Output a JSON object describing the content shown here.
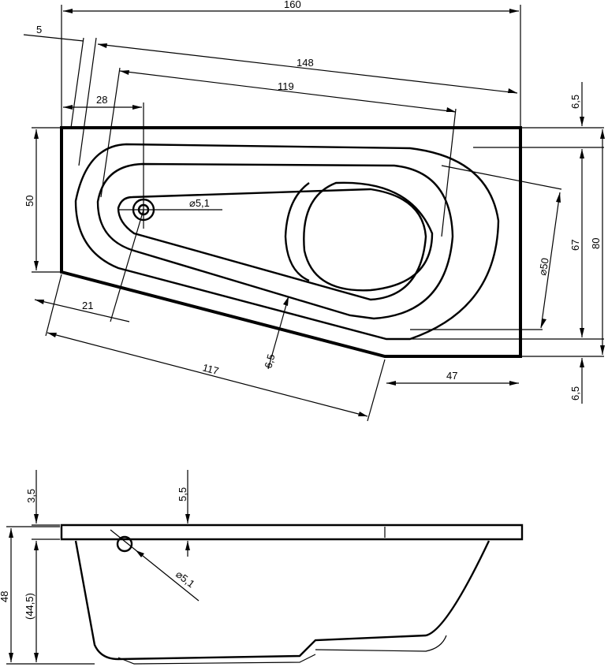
{
  "plan_view": {
    "dims": {
      "total_length": "160",
      "offset_left": "5",
      "inner_length": "148",
      "basin_length": "119",
      "drain_offset": "28",
      "width_narrow": "50",
      "circle_diameter": "⌀50",
      "inner_width": "67",
      "total_width": "80",
      "rim_top": "6,5",
      "rim_bottom": "6,5",
      "rim_angled": "6,5",
      "angle_offset": "21",
      "diagonal_length": "117",
      "straight_end": "47",
      "drain_diameter": "⌀5,1"
    }
  },
  "side_view": {
    "dims": {
      "rim_thickness": "3,5",
      "inner_rim": "5,5",
      "total_height": "48",
      "inner_depth": "(44,5)",
      "drain_diameter": "⌀5,1"
    }
  }
}
